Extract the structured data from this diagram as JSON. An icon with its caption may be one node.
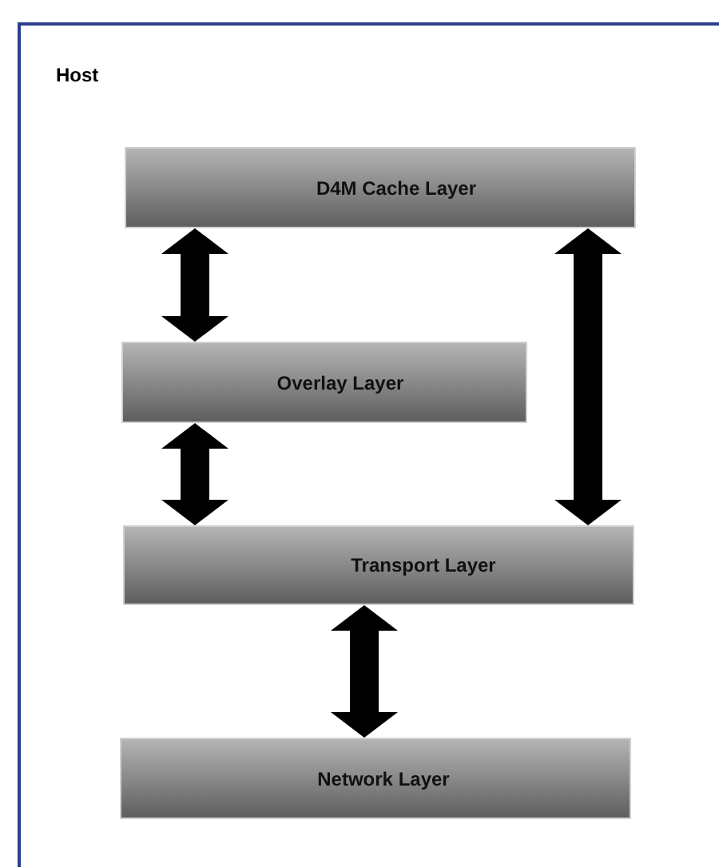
{
  "diagram": {
    "nodes": [
      {
        "text": [
          "Host"
        ]
      },
      {
        "text": [
          "D4M Cache Layer"
        ],
        "in": 0
      },
      {
        "text": [
          "Overlay Layer"
        ],
        "in": 0
      },
      {
        "text": [
          "Transport Layer"
        ],
        "in": 0
      },
      {
        "text": [
          "Network Layer"
        ],
        "in": 0
      }
    ],
    "edges": [
      {
        "from": 1,
        "to": 2,
        "arrow": "both"
      },
      {
        "from": 1,
        "to": 3,
        "arrow": "both"
      },
      {
        "from": 2,
        "to": 3,
        "arrow": "both"
      },
      {
        "from": 3,
        "to": 4,
        "arrow": "both"
      }
    ]
  }
}
